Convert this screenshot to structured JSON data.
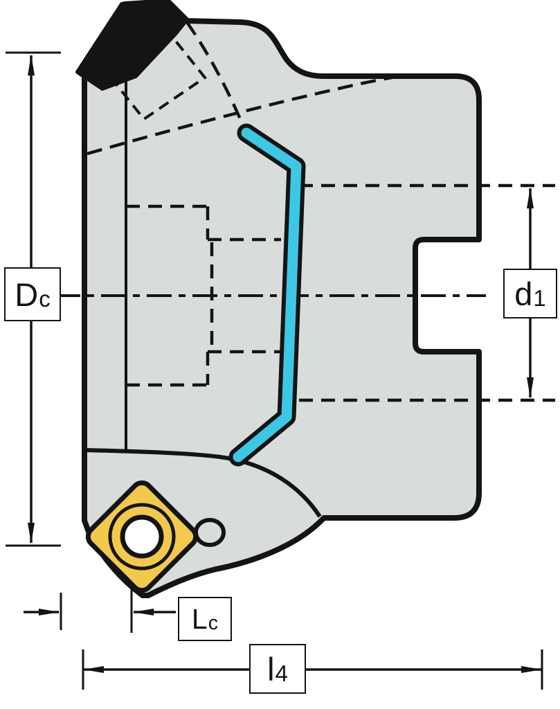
{
  "labels": {
    "dc": {
      "main": "D",
      "sub": "c"
    },
    "d1": {
      "main": "d",
      "sub": "1"
    },
    "lc": {
      "main": "L",
      "sub": "c"
    },
    "l4": {
      "main": "l",
      "sub": "4"
    }
  },
  "colors": {
    "body": "#d8dcdb",
    "outline": "#141414",
    "highlight": "#3cc8e4",
    "insert": "#f2c94c",
    "screw_hole": "#ffffff",
    "background": "#ffffff"
  }
}
